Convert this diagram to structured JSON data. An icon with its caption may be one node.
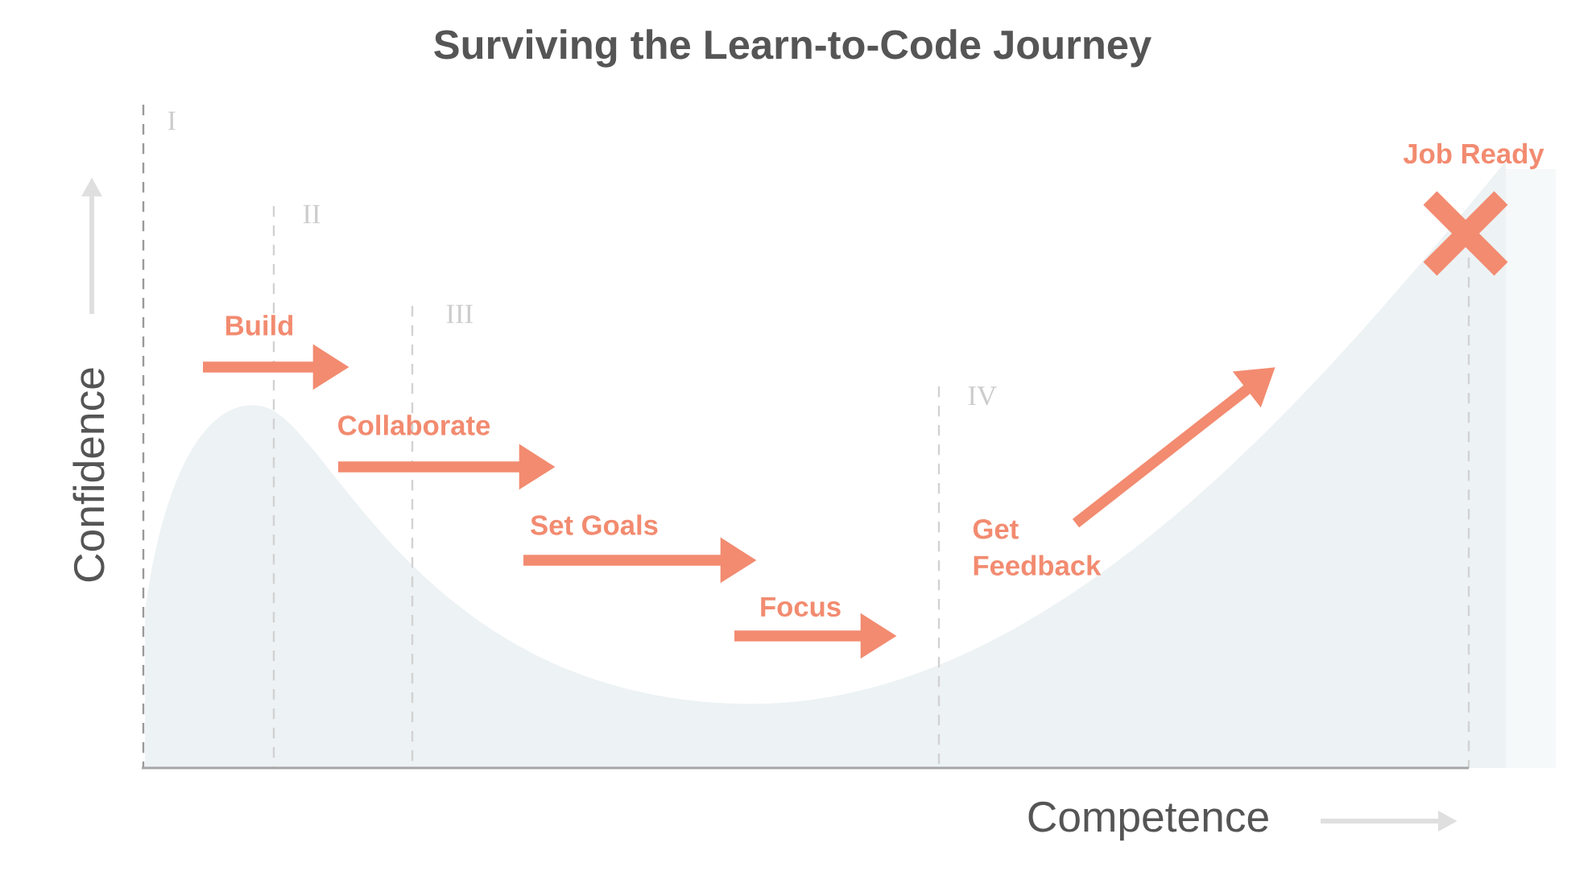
{
  "diagram": {
    "title": "Surviving the Learn-to-Code Journey",
    "labels": [
      "I",
      "II",
      "III",
      "IV",
      "Build",
      "Collaborate",
      "Set Goals",
      "Focus",
      "Get Feedback",
      "Job Ready",
      "Confidence",
      "Competence"
    ]
  }
}
